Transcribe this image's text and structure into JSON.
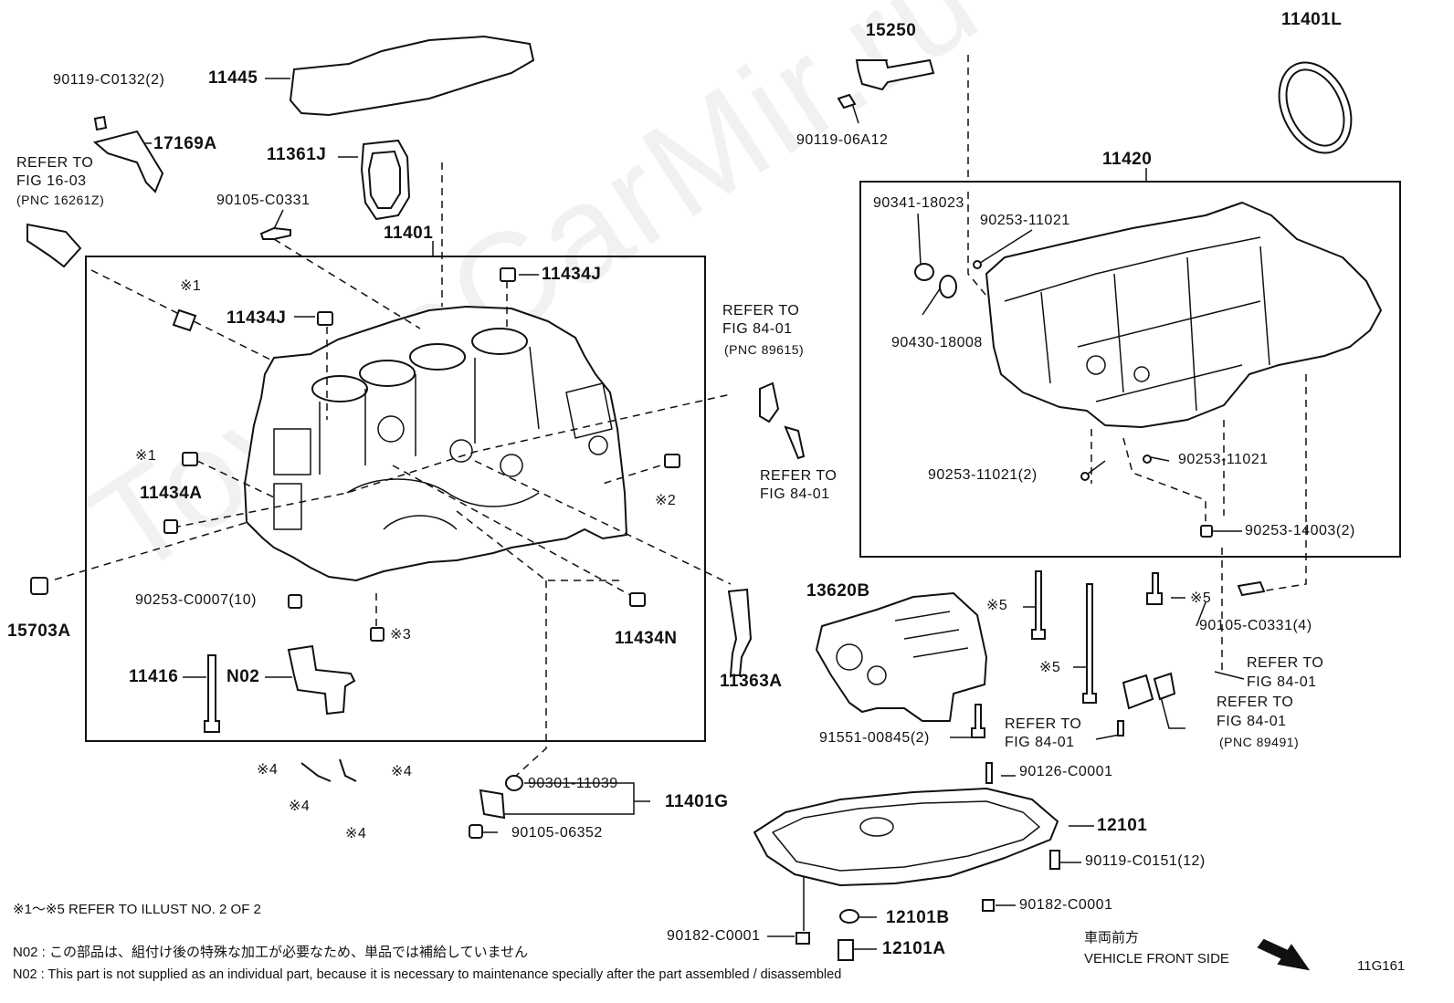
{
  "watermark": "ToyotaCarMir.ru",
  "labels": {
    "p11445": "11445",
    "p90119_c0132": "90119-C0132(2)",
    "p17169a": "17169A",
    "refer_16_03_a": "REFER TO",
    "refer_16_03_b": "FIG 16-03",
    "refer_16_03_c": "(PNC 16261Z)",
    "p11361j": "11361J",
    "p90105_c0331": "90105-C0331",
    "p11401": "11401",
    "p11434j_top": "11434J",
    "p11434j_left": "11434J",
    "mark1_top": "※1",
    "mark1_mid": "※1",
    "p11434a": "11434A",
    "mark2": "※2",
    "p90253_c0007": "90253-C0007(10)",
    "mark3": "※3",
    "p11434n": "11434N",
    "p15703a": "15703A",
    "p11416": "11416",
    "n02": "N02",
    "refer_84_01_pnc_a": "REFER TO",
    "refer_84_01_pnc_b": "FIG 84-01",
    "refer_84_01_pnc_c": "(PNC 89615)",
    "refer_84_01_b_a": "REFER TO",
    "refer_84_01_b_b": "FIG 84-01",
    "p11363a": "11363A",
    "p15250": "15250",
    "p90119_06a12": "90119-06A12",
    "p11401l": "11401L",
    "p11420": "11420",
    "p90341_18023": "90341-18023",
    "p90253_11021_top": "90253-11021",
    "p90430_18008": "90430-18008",
    "p90253_11021_2": "90253-11021(2)",
    "p90253_11021_r": "90253-11021",
    "p90253_14003": "90253-14003(2)",
    "p13620b": "13620B",
    "mark5_a": "※5",
    "mark5_b": "※5",
    "mark5_c": "※5",
    "p90105_c0331_4": "90105-C0331(4)",
    "refer_84_01_c_a": "REFER TO",
    "refer_84_01_c_b": "FIG 84-01",
    "refer_84_01_d_a": "REFER TO",
    "refer_84_01_d_b": "FIG 84-01",
    "refer_84_01_d_c": "(PNC 89491)",
    "refer_84_01_e_a": "REFER TO",
    "refer_84_01_e_b": "FIG 84-01",
    "p91551_00845": "91551-00845(2)",
    "p90126_c0001": "90126-C0001",
    "p12101": "12101",
    "p90119_c0151": "90119-C0151(12)",
    "p90182_c0001_r": "90182-C0001",
    "p12101b": "12101B",
    "p90182_c0001_l": "90182-C0001",
    "p12101a": "12101A",
    "mark4_a": "※4",
    "mark4_b": "※4",
    "mark4_c": "※4",
    "mark4_d": "※4",
    "p90301_11039": "90301-11039",
    "p11401g": "11401G",
    "p90105_06352": "90105-06352"
  },
  "notes": {
    "refer_illust": "※1～※5  REFER TO ILLUST NO. 2 OF 2",
    "n02_jp": "N02 : この部品は、組付け後の特殊な加工が必要なため、単品では補給していません",
    "n02_en": "N02 : This part is not supplied as an individual part, because it is necessary to maintenance specially after the part assembled / disassembled",
    "front_jp": "車両前方",
    "front_en": "VEHICLE FRONT SIDE",
    "illust_code": "11G161"
  }
}
